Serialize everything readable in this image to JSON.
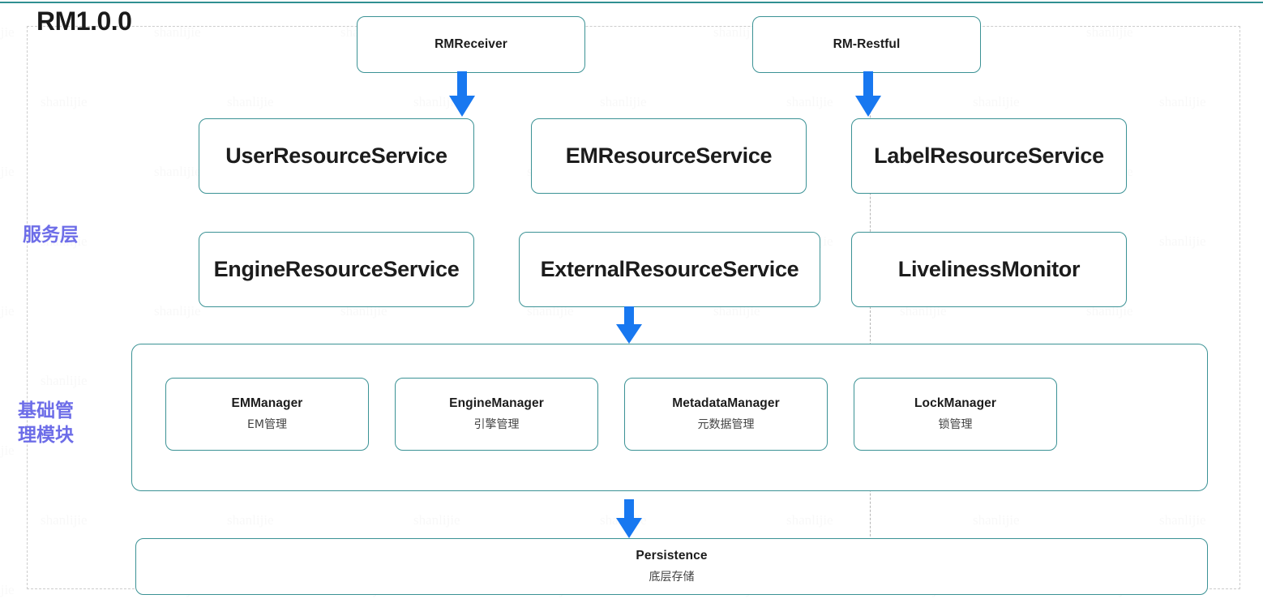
{
  "diagram": {
    "title": "RM1.0.0",
    "watermark_text": "shanlijie",
    "colors": {
      "box_border": "#3b9295",
      "arrow": "#1878f0",
      "layer_label": "#6d6de8",
      "dashed_guide": "#cccccc",
      "text": "#1c1c1c"
    },
    "layer_labels": [
      {
        "id": "service",
        "text": "服务层"
      },
      {
        "id": "base",
        "text": "基础管\n理模块"
      }
    ],
    "entry_points": [
      {
        "id": "rm-receiver",
        "label": "RMReceiver"
      },
      {
        "id": "rm-restful",
        "label": "RM-Restful"
      }
    ],
    "service_layer": {
      "row1": [
        {
          "id": "user-resource-service",
          "label": "UserResourceService"
        },
        {
          "id": "em-resource-service",
          "label": "EMResourceService"
        },
        {
          "id": "label-resource-service",
          "label": "LabelResourceService"
        }
      ],
      "row2": [
        {
          "id": "engine-resource-service",
          "label": "EngineResourceService"
        },
        {
          "id": "external-resource-service",
          "label": "ExternalResourceService"
        },
        {
          "id": "liveliness-monitor",
          "label": "LivelinessMonitor"
        }
      ]
    },
    "base_management": {
      "modules": [
        {
          "id": "em-manager",
          "name": "EMManager",
          "desc": "EM管理"
        },
        {
          "id": "engine-manager",
          "name": "EngineManager",
          "desc": "引擎管理"
        },
        {
          "id": "metadata-manager",
          "name": "MetadataManager",
          "desc": "元数据管理"
        },
        {
          "id": "lock-manager",
          "name": "LockManager",
          "desc": "锁管理"
        }
      ]
    },
    "persistence": {
      "id": "persistence",
      "name": "Persistence",
      "desc": "底层存储"
    },
    "arrows": [
      {
        "id": "arrow-rmreceiver-to-userservice",
        "from": "rm-receiver",
        "to": "user-resource-service"
      },
      {
        "id": "arrow-rmrestful-to-labelservice",
        "from": "rm-restful",
        "to": "label-resource-service"
      },
      {
        "id": "arrow-external-to-basemgmt",
        "from": "external-resource-service",
        "to": "base-management"
      },
      {
        "id": "arrow-basemgmt-to-persistence",
        "from": "base-management",
        "to": "persistence"
      }
    ]
  }
}
